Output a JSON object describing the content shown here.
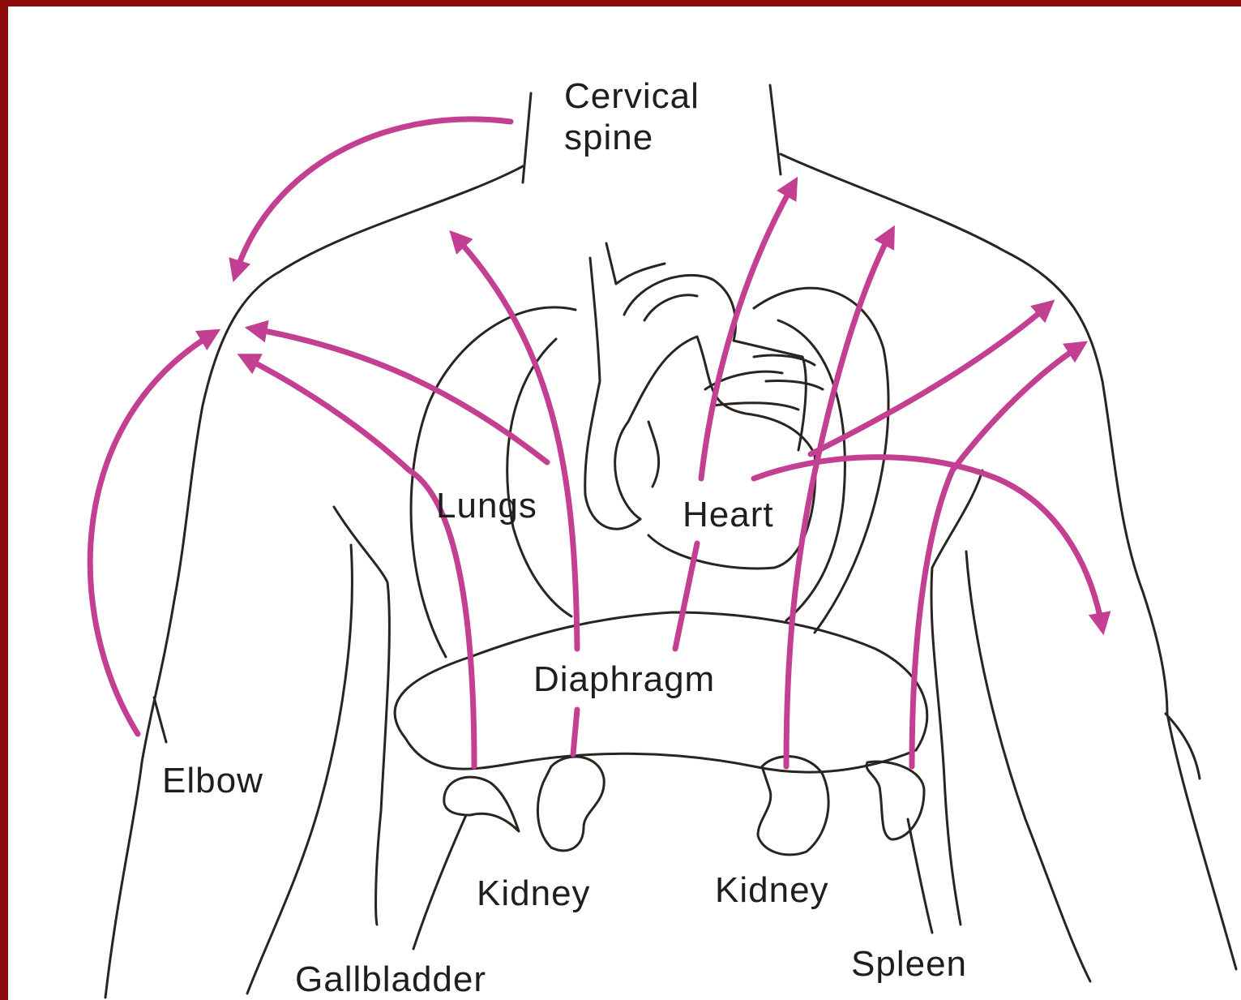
{
  "labels": {
    "cervical_spine_line1": "Cervical",
    "cervical_spine_line2": "spine",
    "lungs": "Lungs",
    "heart": "Heart",
    "diaphragm": "Diaphragm",
    "elbow": "Elbow",
    "kidney_left": "Kidney",
    "kidney_right": "Kidney",
    "gallbladder": "Gallbladder",
    "spleen": "Spleen"
  },
  "colors": {
    "border": "#8b0a0a",
    "background": "#ffffff",
    "outline": "#2a2420",
    "referral_arrow": "#c23f91"
  }
}
